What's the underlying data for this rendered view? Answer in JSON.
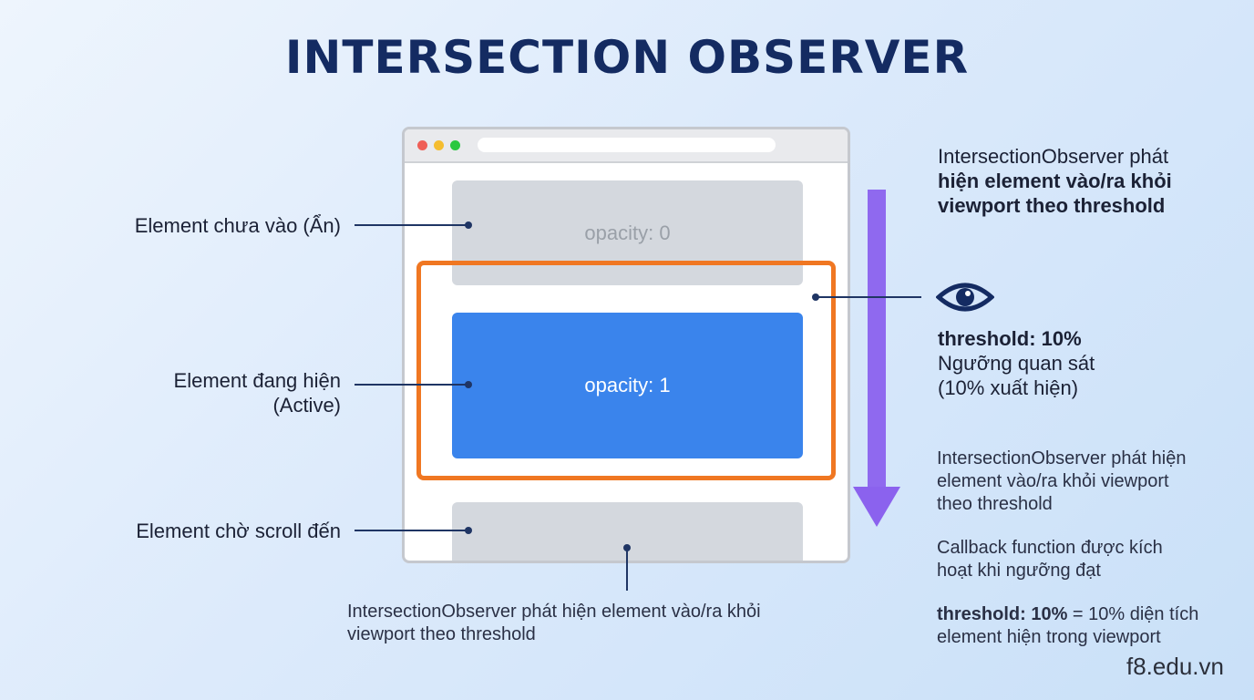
{
  "title": "INTERSECTION OBSERVER",
  "browser": {
    "dots": [
      "#ef5f57",
      "#f5bd2f",
      "#2ac840"
    ],
    "boxes": {
      "top_label": "opacity: 0",
      "active_label": "opacity: 1",
      "bottom_label": ""
    }
  },
  "left_labels": {
    "hidden": "Element chưa vào (Ẩn)",
    "active_line1": "Element đang hiện",
    "active_line2": "(Active)",
    "waiting": "Element chờ scroll đến"
  },
  "right": {
    "heading_line1": "IntersectionObserver phát",
    "heading_line2": "hiện element vào/ra khỏi",
    "heading_line3": "viewport theo threshold",
    "threshold_label": "threshold: 10%",
    "threshold_desc_line1": "Ngưỡng quan sát",
    "threshold_desc_line2": "(10% xuất hiện)",
    "p1_line1": "IntersectionObserver phát hiện",
    "p1_line2": "element vào/ra khỏi viewport",
    "p1_line3": "theo threshold",
    "p2_line1": "Callback function được kích",
    "p2_line2": "hoạt khi ngưỡng đạt",
    "p3_bold": "threshold: 10%",
    "p3_rest": " = 10% diện tích",
    "p3_line2": "element hiện trong viewport"
  },
  "bottom_note": {
    "line1": "IntersectionObserver phát hiện element vào/ra khỏi",
    "line2": "viewport theo threshold"
  },
  "watermark": "f8.edu.vn",
  "icons": {
    "eye": "eye-icon",
    "arrow": "scroll-down-arrow-icon"
  },
  "colors": {
    "title": "#142b62",
    "active_box": "#3a84ec",
    "threshold_frame": "#f07722",
    "scroll_arrow": "#8b62ee",
    "inactive_box": "#d4d8de"
  }
}
